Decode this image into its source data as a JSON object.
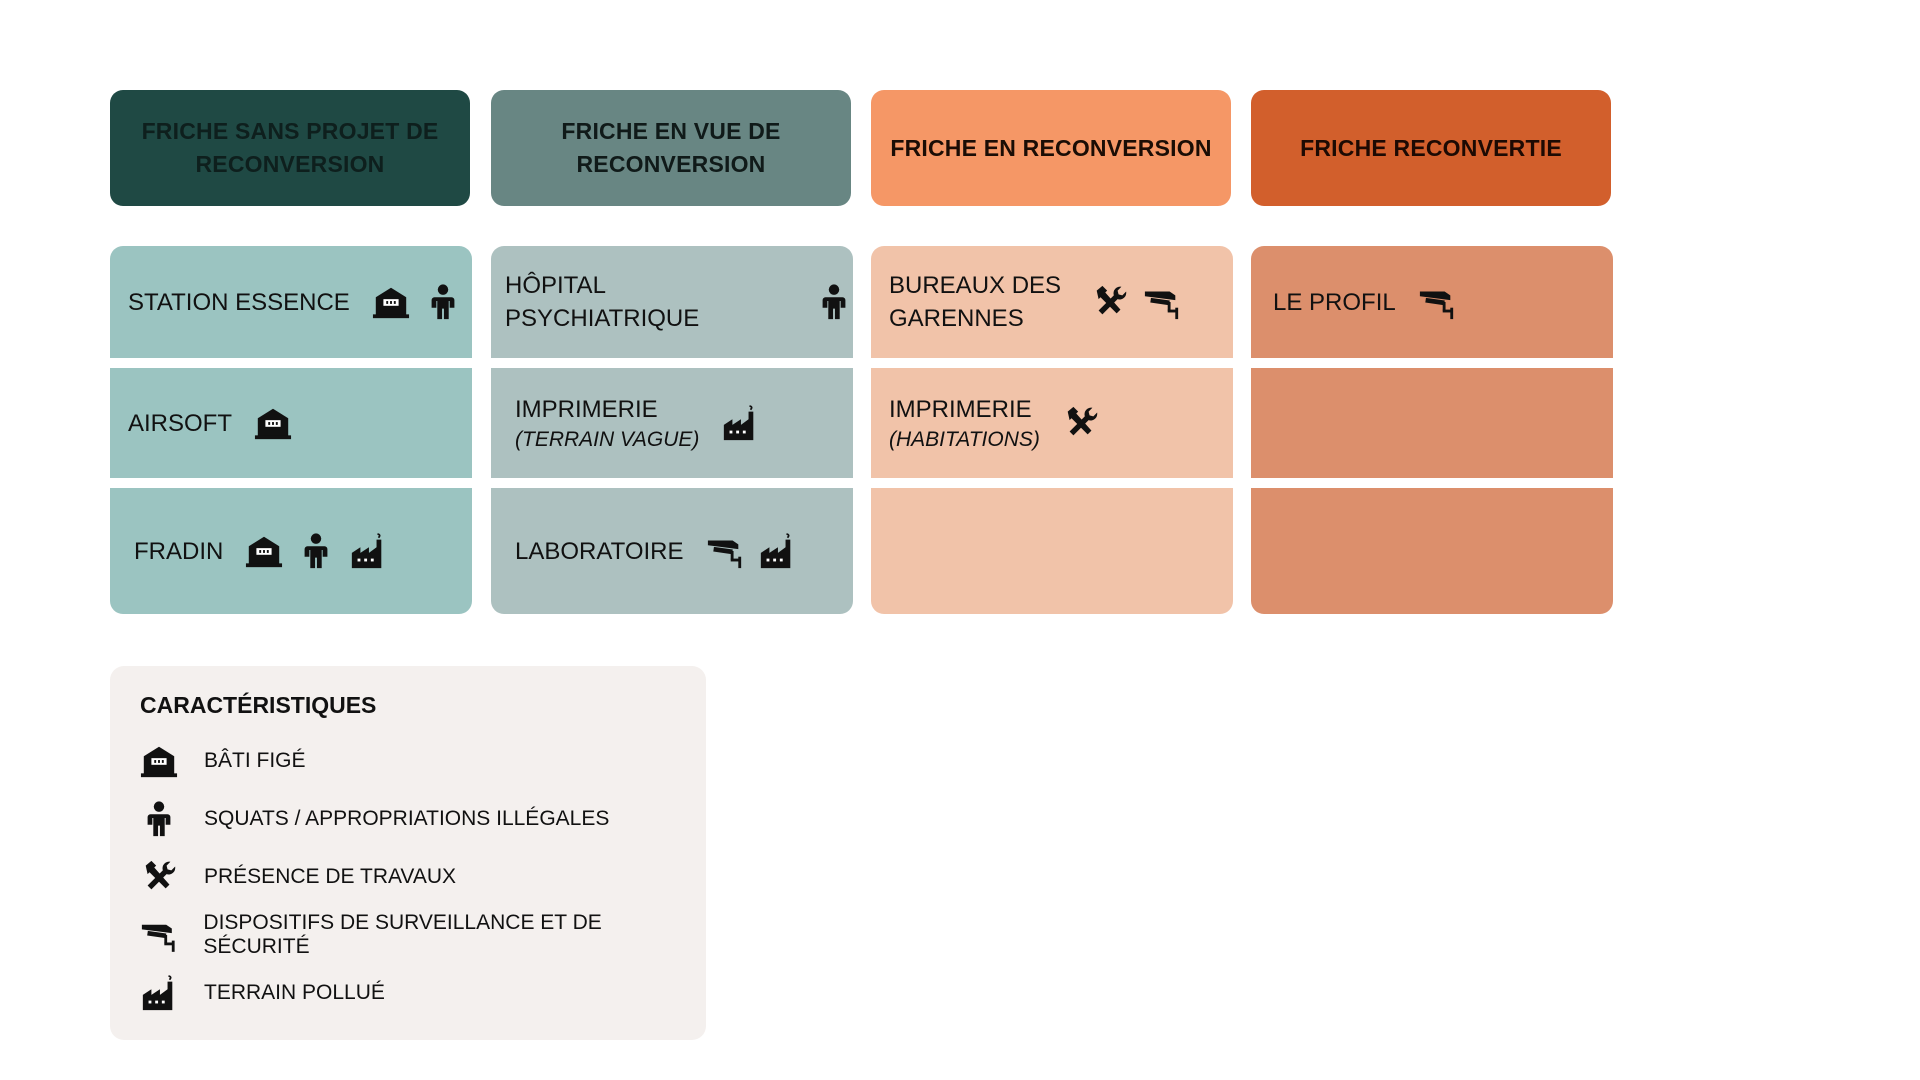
{
  "headers": [
    {
      "label": "FRICHE SANS PROJET DE RECONVERSION",
      "color": "#1f4944",
      "text_color": "#0e1f1d"
    },
    {
      "label": "FRICHE EN VUE DE RECONVERSION",
      "color": "#688683",
      "text_color": "#101a19"
    },
    {
      "label": "FRICHE EN RECONVERSION",
      "color": "#f59766",
      "text_color": "#1b0d05"
    },
    {
      "label": "FRICHE RECONVERTIE",
      "color": "#d25f2c",
      "text_color": "#1d0a03"
    }
  ],
  "columns": [
    {
      "cell_color": "#9bc4c1",
      "cells": [
        {
          "label": "STATION ESSENCE",
          "sub": "",
          "icons": [
            "building-icon",
            "person-icon"
          ]
        },
        {
          "label": "AIRSOFT",
          "sub": "",
          "icons": [
            "building-icon"
          ]
        },
        {
          "label": "FRADIN",
          "sub": "",
          "icons": [
            "building-icon",
            "person-icon",
            "factory-icon"
          ]
        }
      ]
    },
    {
      "cell_color": "#adc1c0",
      "cells": [
        {
          "label": "HÔPITAL PSYCHIATRIQUE",
          "sub": "",
          "icons": [
            "person-icon"
          ]
        },
        {
          "label": "IMPRIMERIE",
          "sub": "(TERRAIN VAGUE)",
          "icons": [
            "factory-icon"
          ]
        },
        {
          "label": "LABORATOIRE",
          "sub": "",
          "icons": [
            "camera-icon",
            "factory-icon"
          ]
        }
      ]
    },
    {
      "cell_color": "#f1c3a9",
      "cells": [
        {
          "label": "BUREAUX DES GARENNES",
          "sub": "",
          "icons": [
            "tools-icon",
            "camera-icon"
          ]
        },
        {
          "label": "IMPRIMERIE",
          "sub": "(HABITATIONS)",
          "icons": [
            "tools-icon"
          ]
        },
        {
          "label": "",
          "sub": "",
          "icons": []
        }
      ]
    },
    {
      "cell_color": "#dc8f6c",
      "cells": [
        {
          "label": "LE PROFIL",
          "sub": "",
          "icons": [
            "camera-icon"
          ]
        },
        {
          "label": "",
          "sub": "",
          "icons": []
        },
        {
          "label": "",
          "sub": "",
          "icons": []
        }
      ]
    }
  ],
  "legend": {
    "title": "CARACTÉRISTIQUES",
    "items": [
      {
        "icon": "building-icon",
        "label": "BÂTI FIGÉ"
      },
      {
        "icon": "person-icon",
        "label": "SQUATS / APPROPRIATIONS ILLÉGALES"
      },
      {
        "icon": "tools-icon",
        "label": "PRÉSENCE DE TRAVAUX"
      },
      {
        "icon": "camera-icon",
        "label": "DISPOSITIFS DE SURVEILLANCE ET DE SÉCURITÉ"
      },
      {
        "icon": "factory-icon",
        "label": "TERRAIN POLLUÉ"
      }
    ]
  }
}
